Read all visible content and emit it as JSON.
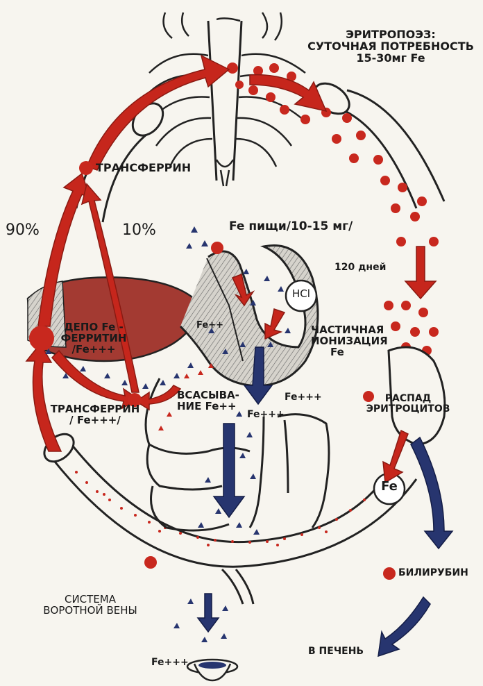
{
  "labels": {
    "erythropoiesis_1": "ЭРИТРОПОЭЗ:",
    "erythropoiesis_2": "СУТОЧНАЯ ПОТРЕБНОСТЬ",
    "erythropoiesis_3": "15-30мг Fe",
    "transferrin_top": "ТРАНСФЕРРИН",
    "percent_90": "90%",
    "percent_10": "10%",
    "fe_food": "Fe пищи/10-15 мг/",
    "days_120": "120 дней",
    "hcl": "HCl",
    "fe_pp_stomach": "Fe++",
    "partial_ion_1": "ЧАСТИЧНАЯ",
    "partial_ion_2": "ИОНИЗАЦИЯ",
    "partial_ion_3": "Fe",
    "depot_1": "ДЕПО Fe -",
    "depot_2": "ФЕРРИТИН",
    "depot_3": "/Fe+++",
    "transferrin_bottom_1": "ТРАНСФЕРРИН",
    "transferrin_bottom_2": "/ Fe+++/",
    "absorption_1": "ВСАСЫВА-",
    "absorption_2": "НИЕ Fe++",
    "fe_ppp_1": "Fe+++",
    "fe_ppp_2": "Fe+++",
    "breakdown_1": "РАСПАД",
    "breakdown_2": "ЭРИТРОЦИТОВ",
    "fe_circle": "Fe",
    "bilirubin": "БИЛИРУБИН",
    "portal_1": "СИСТЕМА",
    "portal_2": "ВОРОТНОЙ ВЕНЫ",
    "to_liver": "В ПЕЧЕНЬ",
    "fe_excretion": "Fe+++"
  },
  "colors": {
    "iron_red": "#c8281e",
    "arrow_red": "#c6261c",
    "arrow_blue": "#27356f",
    "ink": "#1a1a1a",
    "liver": "#a33a32",
    "paper": "#f7f5ef"
  }
}
